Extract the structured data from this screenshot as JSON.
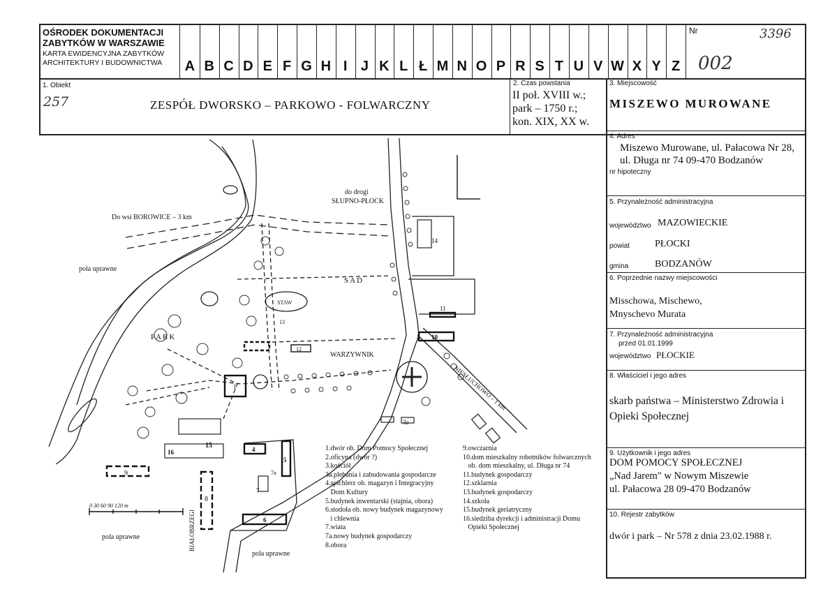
{
  "header": {
    "org_line1": "OŚRODEK DOKUMENTACJI",
    "org_line2": "ZABYTKÓW W WARSZAWIE",
    "card_line1": "KARTA EWIDENCYJNA ZABYTKÓW",
    "card_line2": "ARCHITEKTURY I BUDOWNICTWA",
    "letters": [
      "A",
      "B",
      "C",
      "D",
      "E",
      "F",
      "G",
      "H",
      "I",
      "J",
      "K",
      "L",
      "Ł",
      "M",
      "N",
      "O",
      "P",
      "R",
      "S",
      "T",
      "U",
      "V",
      "W",
      "X",
      "Y",
      "Z"
    ],
    "nr_label": "Nr",
    "nr_handwritten": "3396",
    "nr_handwritten2": "002"
  },
  "obiekt": {
    "label": "1. Obiekt",
    "handwritten": "257",
    "value": "ZESPÓŁ DWORSKO – PARKOWO - FOLWARCZNY"
  },
  "czas": {
    "label": "2. Czas powstania",
    "line1": "II poł. XVIII w.;",
    "line2": "park – 1750 r.;",
    "line3": "kon. XIX, XX w."
  },
  "miejscowosc": {
    "label": "3. Miejscowość",
    "value": "MISZEWO MUROWANE"
  },
  "adres": {
    "label": "4. Adres",
    "line1": "Miszewo Murowane, ul. Pałacowa Nr 28,",
    "line2": "ul. Długa nr 74  09-470 Bodzanów",
    "hipoteczny": "nr hipoteczny"
  },
  "admin": {
    "label": "5. Przynależność administracyjna",
    "woj_label": "województwo",
    "woj": "MAZOWIECKIE",
    "powiat_label": "powiat",
    "powiat": "PŁOCKI",
    "gmina_label": "gmina",
    "gmina": "BODZANÓW"
  },
  "poprzednie": {
    "label": "6. Poprzednie nazwy miejscowości",
    "line1": "Misschowa, Mischewo,",
    "line2": "Mnyschevo Murata"
  },
  "admin1999": {
    "label": "7. Przynależność administracyjna",
    "label2": "przed 01.01.1999",
    "woj_label": "województwo",
    "woj": "PŁOCKIE"
  },
  "wlasciciel": {
    "label": "8. Właściciel i jego adres",
    "line1": "skarb państwa – Ministerstwo Zdrowia i",
    "line2": "Opieki Społecznej"
  },
  "uzytkownik": {
    "label": "9. Użytkownik i jego adres",
    "line1": "DOM POMOCY SPOŁECZNEJ",
    "line2": "„Nad Jarem\" w Nowym Miszewie",
    "line3": "ul. Pałacowa 28  09-470 Bodzanów"
  },
  "rejestr": {
    "label": "10. Rejestr zabytków",
    "value": "dwór i park – Nr 578 z dnia 23.02.1988 r."
  },
  "map": {
    "road_label1": "do drogi",
    "road_label2": "SŁUPNO-PŁOCK",
    "borowice": "Do wsi BOROWICE – 3 km",
    "pola1": "pola uprawne",
    "pola2": "pola uprawne",
    "pola3": "pola uprawne",
    "sad": "SAD",
    "park": "PARK",
    "warzywnik": "WARZYWNIK",
    "staw": "STAW",
    "niesluchowo": "NIESŁUCHOWO – 1 km",
    "bialobrzegi": "BIAŁOBRZEGI",
    "scale": "0   30   60   90  120 m",
    "nums": [
      "1",
      "3",
      "3a",
      "4",
      "5",
      "6",
      "7",
      "7a",
      "8",
      "9",
      "10",
      "11",
      "12",
      "13",
      "14",
      "15",
      "16"
    ]
  },
  "legend_left": [
    "1.dwór ob. Dom Pomocy Społecznej",
    "2.oficyna (dwór ?)",
    "3.kościół",
    "3a.plebania i zabudowania gospodarcze",
    "4.spichlerz ob. magazyn i Integracyjny",
    "   Dom Kultury",
    "5.budynek inwentarski (stajnia, obora)",
    "6.stodoła ob. nowy budynek magazynowy",
    "   i chlewnia",
    "7.wiata",
    "7a.nowy budynek gospodarczy",
    "8.obora"
  ],
  "legend_right": [
    "9.owczarnia",
    "10.dom mieszkalny robotników folwarcznych",
    "   ob. dom mieszkalny, ul. Długa nr 74",
    "11.budynek gospodarczy",
    "12.szklarnia",
    "13.budynek gospodarczy",
    "14.szkoła",
    "15.budynek geriatryczny",
    "16.siedziba dyrekcji i administracji Domu",
    "   Opieki Społecznej"
  ]
}
